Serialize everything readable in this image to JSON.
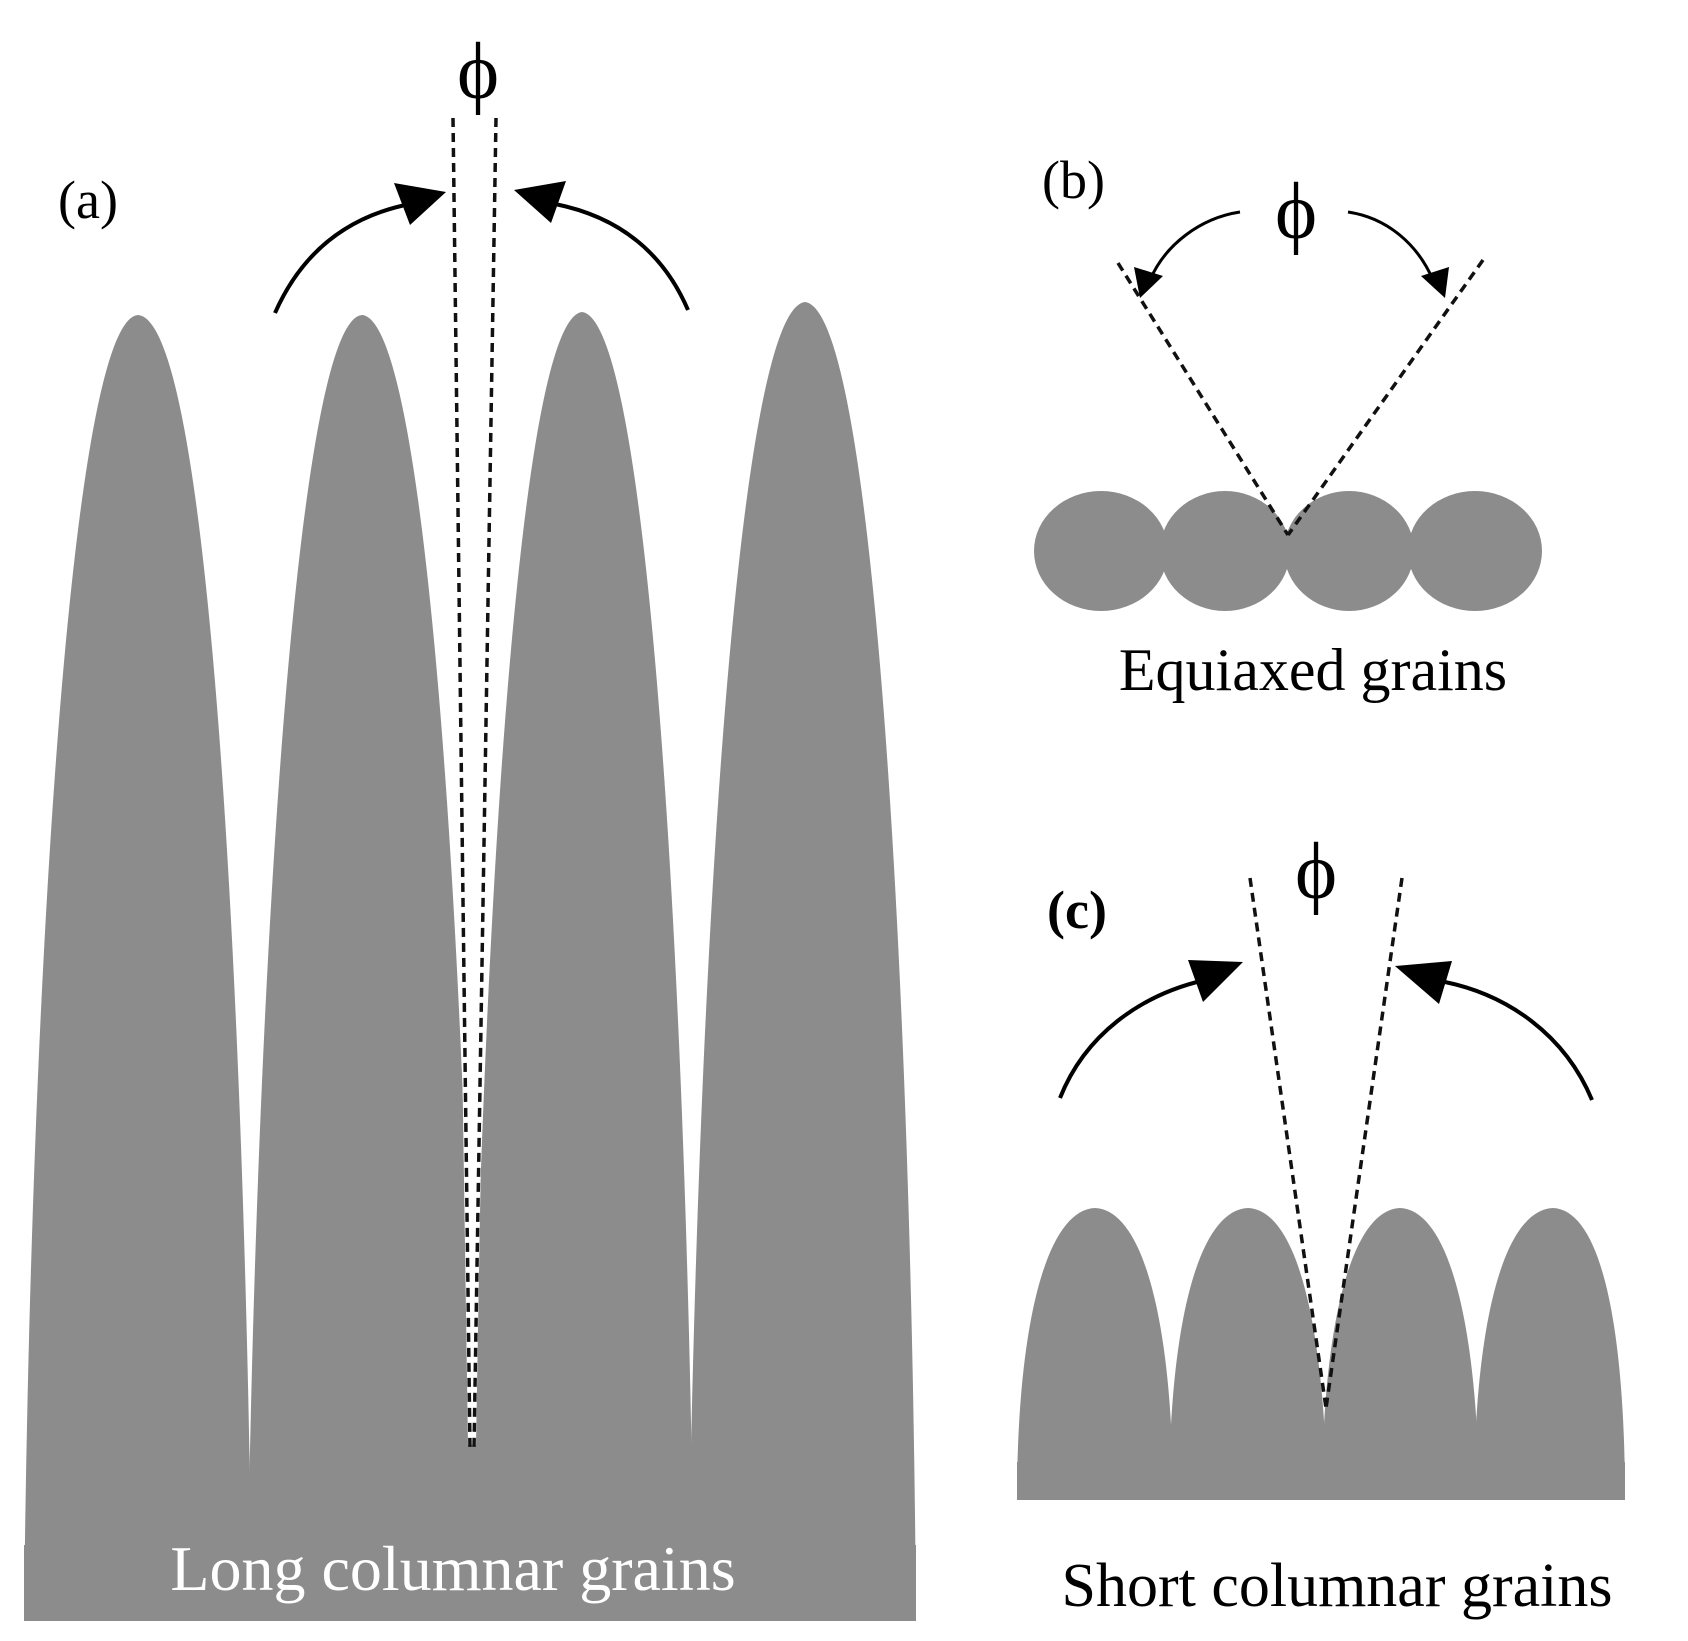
{
  "panels": {
    "a": {
      "label": "(a)",
      "angle_symbol": "ϕ",
      "caption": "Long columnar grains"
    },
    "b": {
      "label": "(b)",
      "angle_symbol": "ϕ",
      "caption": "Equiaxed grains"
    },
    "c": {
      "label": "(c)",
      "angle_symbol": "ϕ",
      "caption": "Short columnar grains"
    }
  },
  "colors": {
    "grain_fill": "#8c8c8c",
    "background": "#ffffff",
    "line": "#000000"
  }
}
